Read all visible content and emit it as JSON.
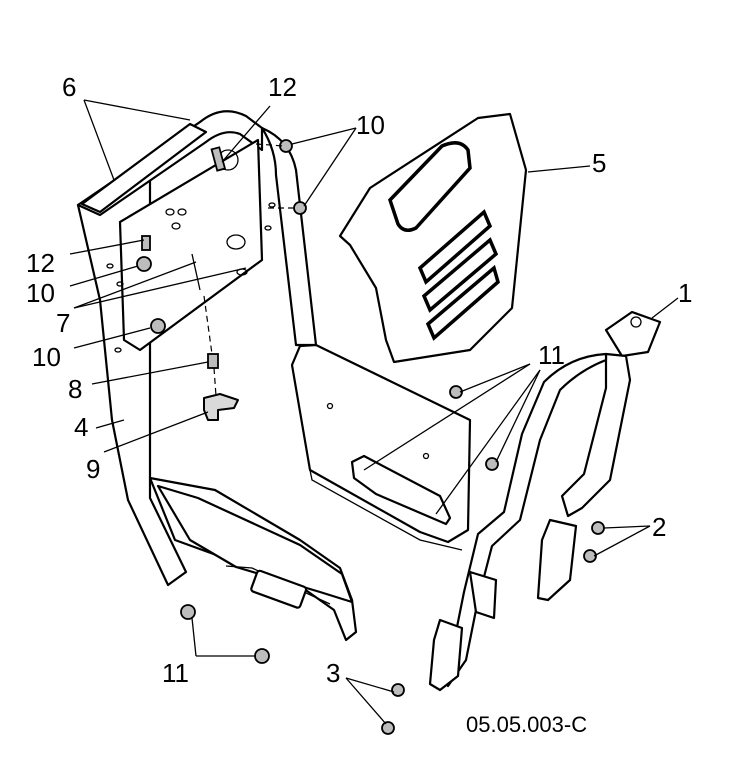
{
  "document_number": "05.05.003-C",
  "callouts": [
    {
      "id": "c1",
      "text": "1"
    },
    {
      "id": "c2",
      "text": "2"
    },
    {
      "id": "c3",
      "text": "3"
    },
    {
      "id": "c4",
      "text": "4"
    },
    {
      "id": "c5",
      "text": "5"
    },
    {
      "id": "c6",
      "text": "6"
    },
    {
      "id": "c7",
      "text": "7"
    },
    {
      "id": "c8",
      "text": "8"
    },
    {
      "id": "c9",
      "text": "9"
    },
    {
      "id": "c10a",
      "text": "10"
    },
    {
      "id": "c10b",
      "text": "10"
    },
    {
      "id": "c10c",
      "text": "10"
    },
    {
      "id": "c11a",
      "text": "11"
    },
    {
      "id": "c11b",
      "text": "11"
    },
    {
      "id": "c12a",
      "text": "12"
    },
    {
      "id": "c12b",
      "text": "12"
    }
  ]
}
